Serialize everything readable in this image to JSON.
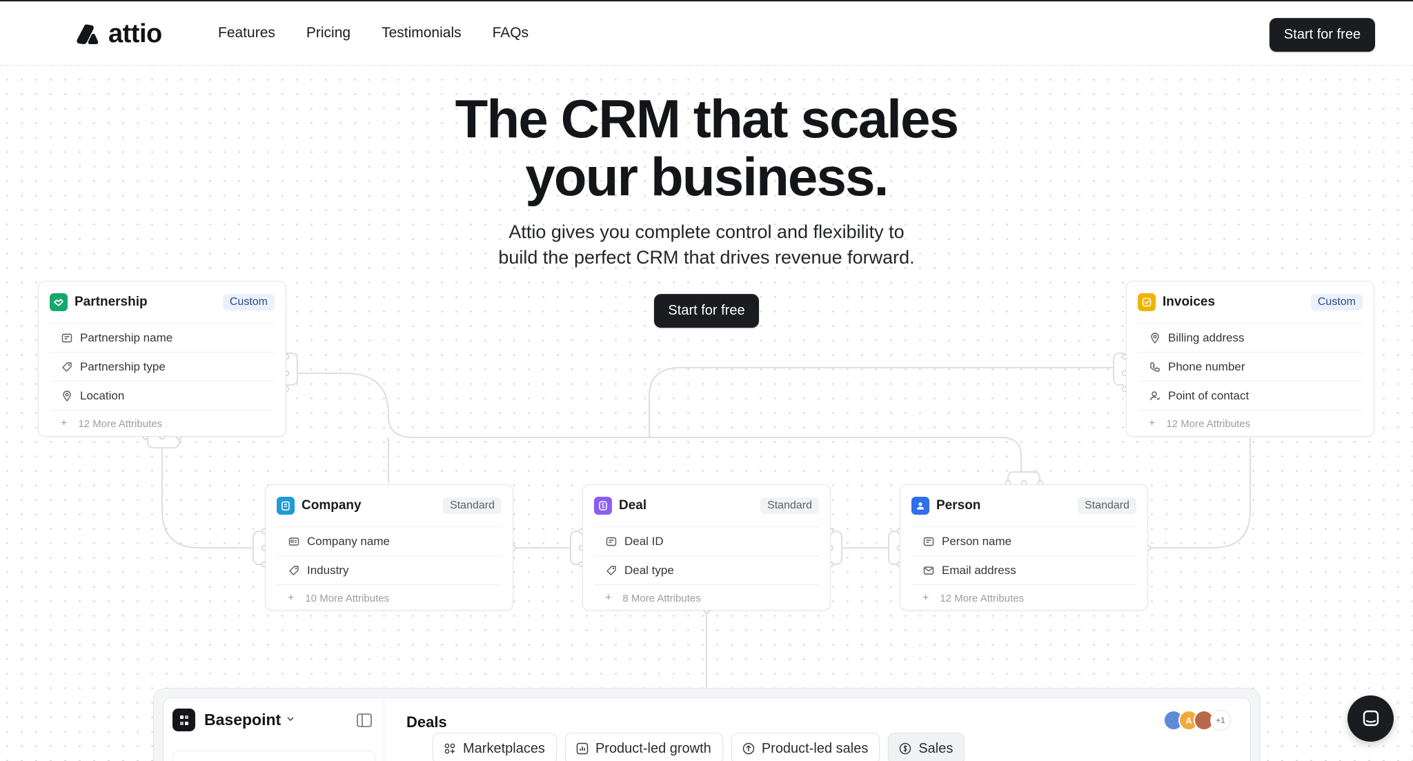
{
  "nav": {
    "logo_text": "attio",
    "links": [
      "Features",
      "Pricing",
      "Testimonials",
      "FAQs"
    ],
    "cta": "Start for free"
  },
  "hero": {
    "title_line1": "The CRM that scales",
    "title_line2": "your business.",
    "subtitle_line1": "Attio gives you complete control and flexibility to",
    "subtitle_line2": "build the perfect CRM that drives revenue forward.",
    "cta": "Start for free"
  },
  "objects": {
    "partnership": {
      "title": "Partnership",
      "badge": "Custom",
      "attributes": [
        "Partnership name",
        "Partnership type",
        "Location"
      ],
      "more": "12 More Attributes",
      "icon": "partnership-icon"
    },
    "invoices": {
      "title": "Invoices",
      "badge": "Custom",
      "attributes": [
        "Billing address",
        "Phone number",
        "Point of contact"
      ],
      "more": "12 More Attributes",
      "icon": "invoices-icon"
    },
    "company": {
      "title": "Company",
      "badge": "Standard",
      "attributes": [
        "Company name",
        "Industry"
      ],
      "more": "10 More Attributes",
      "icon": "company-icon"
    },
    "deal": {
      "title": "Deal",
      "badge": "Standard",
      "attributes": [
        "Deal ID",
        "Deal type"
      ],
      "more": "8 More Attributes",
      "icon": "deal-icon"
    },
    "person": {
      "title": "Person",
      "badge": "Standard",
      "attributes": [
        "Person name",
        "Email address"
      ],
      "more": "12 More Attributes",
      "icon": "person-icon"
    }
  },
  "app_preview": {
    "workspace": "Basepoint",
    "page_title": "Deals",
    "avatar_initial": "A",
    "avatar_more": "+1",
    "tabs": [
      "Marketplaces",
      "Product-led growth",
      "Product-led sales",
      "Sales"
    ],
    "active_tab": "Sales"
  },
  "colors": {
    "partnership": "#16a86b",
    "invoices": "#f0b400",
    "company": "#1f9bd7",
    "deal": "#8b5cf6",
    "person": "#2f6fe8",
    "dark": "#1b1c1f"
  }
}
